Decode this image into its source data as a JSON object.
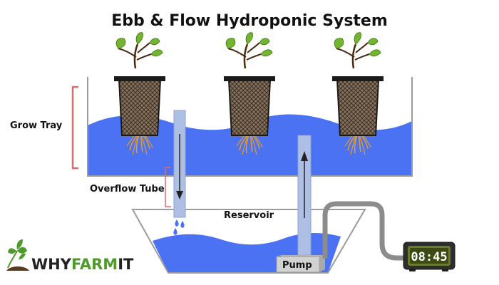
{
  "title": "Ebb & Flow Hydroponic System",
  "labels": {
    "grow_tray": "Grow Tray",
    "overflow_tube": "Overflow Tube",
    "reservoir": "Reservoir",
    "pump": "Pump"
  },
  "timer": {
    "display": "08:45"
  },
  "logo": {
    "part1": "WHY",
    "part2": "FARM",
    "part3": "IT"
  },
  "colors": {
    "water": "#4a72f2",
    "tube": "#aebfe6",
    "marker": "#e36a6a",
    "hose": "#8c8c8c",
    "logo_green": "#4f9b2a"
  }
}
